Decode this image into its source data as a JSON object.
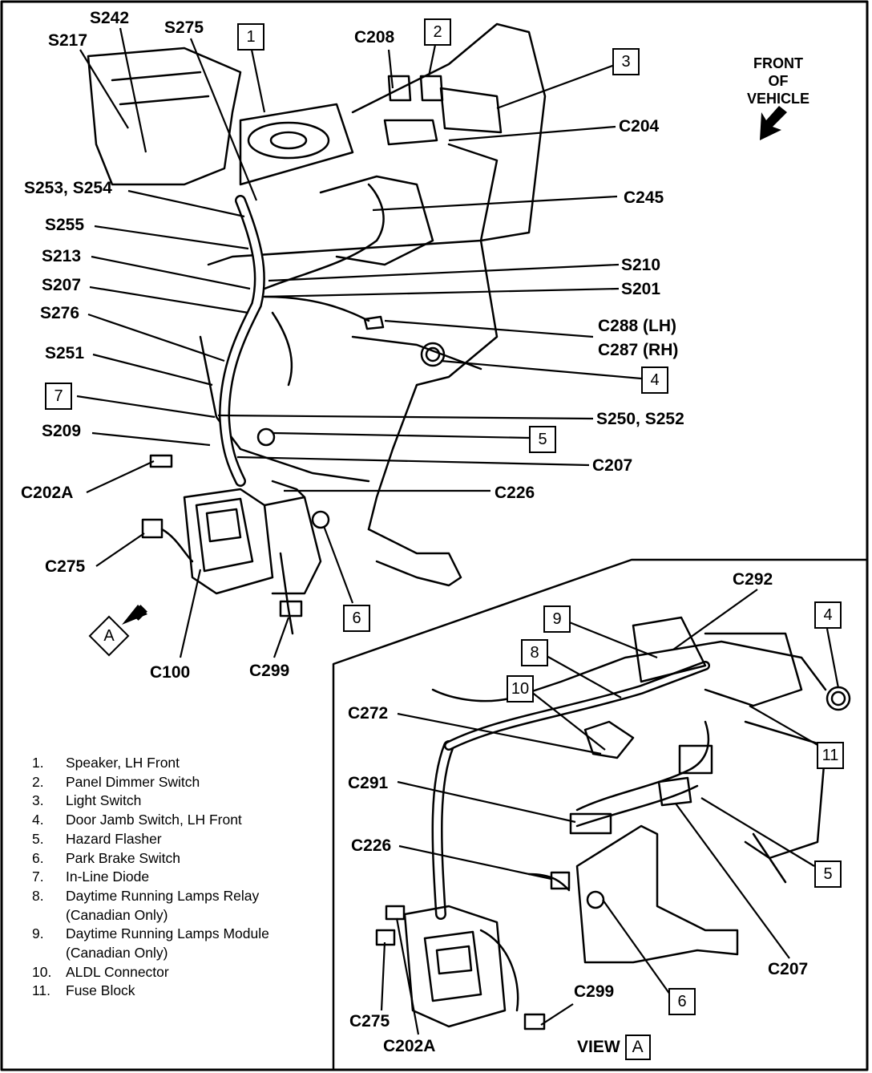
{
  "orientation": {
    "line1": "FRONT",
    "line2": "OF",
    "line3": "VEHICLE"
  },
  "main_callouts": [
    {
      "text": "S242"
    },
    {
      "text": "S217"
    },
    {
      "text": "S275"
    },
    {
      "text": "C208"
    },
    {
      "text": "C204"
    },
    {
      "text": "C245"
    },
    {
      "text": "S253, S254"
    },
    {
      "text": "S255"
    },
    {
      "text": "S213"
    },
    {
      "text": "S207"
    },
    {
      "text": "S276"
    },
    {
      "text": "S251"
    },
    {
      "text": "S209"
    },
    {
      "text": "C202A"
    },
    {
      "text": "C275"
    },
    {
      "text": "S210"
    },
    {
      "text": "S201"
    },
    {
      "text": "C288 (LH)"
    },
    {
      "text": "C287 (RH)"
    },
    {
      "text": "S250, S252"
    },
    {
      "text": "C207"
    },
    {
      "text": "C226"
    },
    {
      "text": "C100"
    },
    {
      "text": "C299"
    }
  ],
  "main_boxes": [
    "1",
    "2",
    "3",
    "4",
    "5",
    "6",
    "7"
  ],
  "view_a_callouts": [
    {
      "text": "C292"
    },
    {
      "text": "C272"
    },
    {
      "text": "C291"
    },
    {
      "text": "C226"
    },
    {
      "text": "C275"
    },
    {
      "text": "C202A"
    },
    {
      "text": "C299"
    },
    {
      "text": "C207"
    }
  ],
  "view_a_boxes": [
    "9",
    "8",
    "10",
    "4",
    "11",
    "5",
    "6"
  ],
  "view_label": "VIEW",
  "view_letter": "A",
  "view_arrow_letter": "A",
  "legend": [
    {
      "num": "1.",
      "text": "Speaker, LH Front"
    },
    {
      "num": "2.",
      "text": "Panel Dimmer Switch"
    },
    {
      "num": "3.",
      "text": "Light Switch"
    },
    {
      "num": "4.",
      "text": "Door Jamb Switch, LH Front"
    },
    {
      "num": "5.",
      "text": "Hazard Flasher"
    },
    {
      "num": "6.",
      "text": "Park Brake Switch"
    },
    {
      "num": "7.",
      "text": "In-Line Diode"
    },
    {
      "num": "8.",
      "text": "Daytime Running Lamps Relay"
    },
    {
      "num": "",
      "text": "(Canadian Only)"
    },
    {
      "num": "9.",
      "text": "Daytime Running Lamps Module"
    },
    {
      "num": "",
      "text": "(Canadian Only)"
    },
    {
      "num": "10.",
      "text": "ALDL Connector"
    },
    {
      "num": "11.",
      "text": "Fuse Block"
    }
  ]
}
